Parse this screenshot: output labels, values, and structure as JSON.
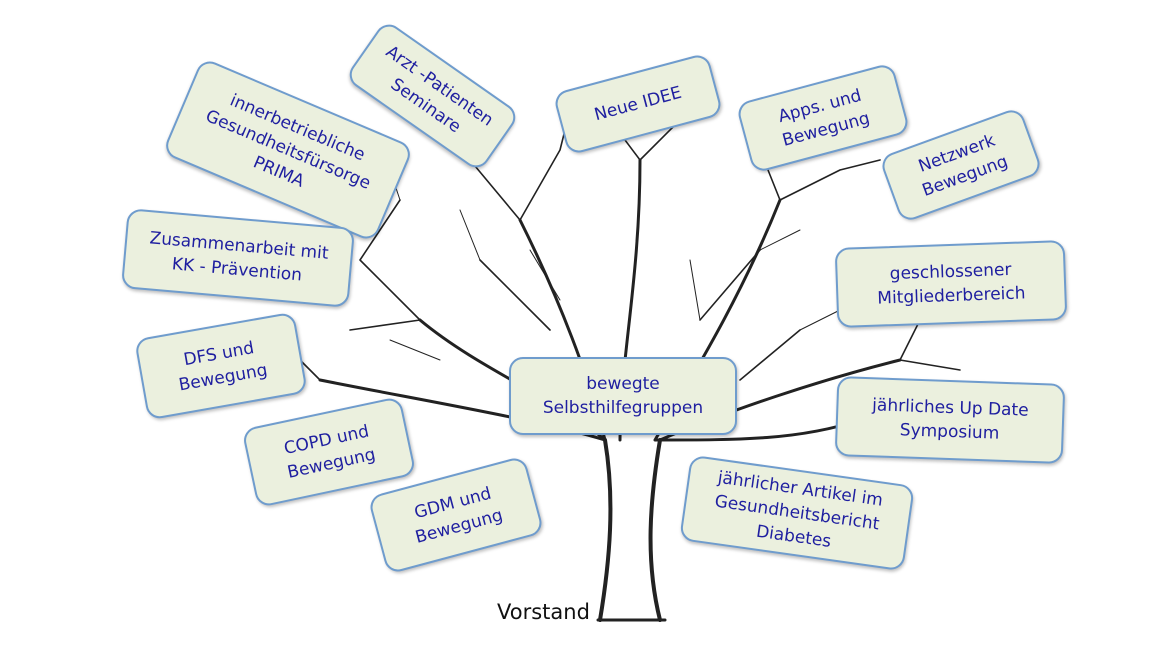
{
  "colors": {
    "box_fill": "#ebf0de",
    "box_border": "#6f9ccd",
    "box_text": "#1f1fa0"
  },
  "root_label": "Vorstand",
  "center_box": {
    "lines": [
      "bewegte",
      "Selbsthilfegruppen"
    ]
  },
  "boxes": [
    {
      "id": "prima",
      "lines": [
        "innerbetriebliche",
        "Gesundheitsfürsorge",
        "PRIMA"
      ]
    },
    {
      "id": "arzt",
      "lines": [
        "Arzt -Patienten",
        "Seminare"
      ]
    },
    {
      "id": "idee",
      "lines": [
        "Neue IDEE"
      ]
    },
    {
      "id": "apps",
      "lines": [
        "Apps. und",
        "Bewegung"
      ]
    },
    {
      "id": "netzwerk",
      "lines": [
        "Netzwerk",
        "Bewegung"
      ]
    },
    {
      "id": "mitglieder",
      "lines": [
        "geschlossener",
        "Mitgliederbereich"
      ]
    },
    {
      "id": "symposium",
      "lines": [
        "jährliches Up Date",
        "Symposium"
      ]
    },
    {
      "id": "artikel",
      "lines": [
        "jährlicher Artikel im",
        "Gesundheitsbericht",
        "Diabetes"
      ]
    },
    {
      "id": "kk",
      "lines": [
        "Zusammenarbeit mit",
        "KK - Prävention"
      ]
    },
    {
      "id": "dfs",
      "lines": [
        "DFS und",
        "Bewegung"
      ]
    },
    {
      "id": "copd",
      "lines": [
        "COPD und",
        "Bewegung"
      ]
    },
    {
      "id": "gdm",
      "lines": [
        "GDM und",
        "Bewegung"
      ]
    }
  ]
}
